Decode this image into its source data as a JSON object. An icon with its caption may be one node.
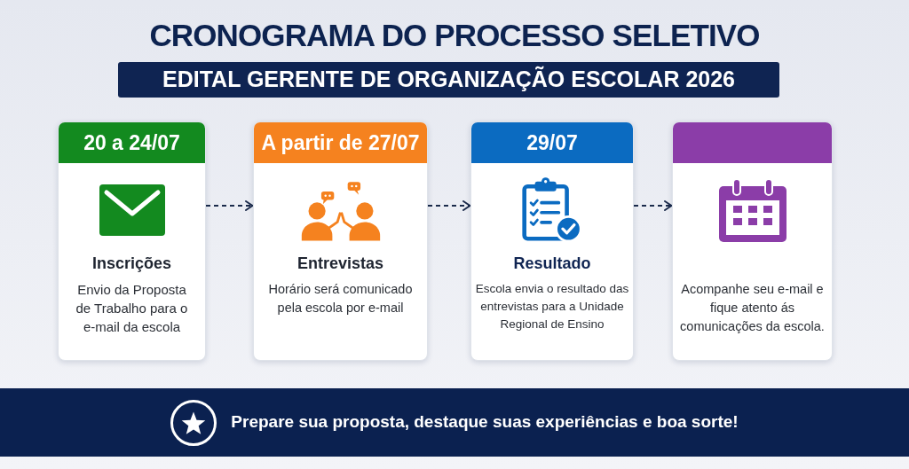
{
  "diagram": {
    "title": "CRONOGRAMA DO PROCESSO SELETIVO",
    "nodes": [
      {
        "text": [
          "EDITAL GERENTE DE ORGANIZAÇÃO ESCOLAR 2026"
        ]
      },
      {
        "text": [
          "20 a 24/07",
          "Inscrições",
          "Envio da Proposta de Trabalho para o e-mail da escola"
        ]
      },
      {
        "text": [
          "A partir de 27/07",
          "Entrevistas",
          "Horário será comunicado pela escola por e-mail"
        ]
      },
      {
        "text": [
          "29/07",
          "Resultado",
          "Escola envia o resultado das entrevistas para a Unidade Regional de Ensino"
        ]
      },
      {
        "text": [
          "Acompanhe seu e-mail e fique atento ás comunicações da escola."
        ]
      },
      {
        "text": [
          "Prepare sua proposta, destaque suas experiências e boa sorte!"
        ]
      }
    ],
    "edges": [
      {
        "from": 1,
        "to": 2,
        "arrow": "to",
        "style": "dashed"
      },
      {
        "from": 2,
        "to": 3,
        "arrow": "to",
        "style": "dashed"
      },
      {
        "from": 3,
        "to": 4,
        "arrow": "to",
        "style": "dashed"
      }
    ]
  }
}
